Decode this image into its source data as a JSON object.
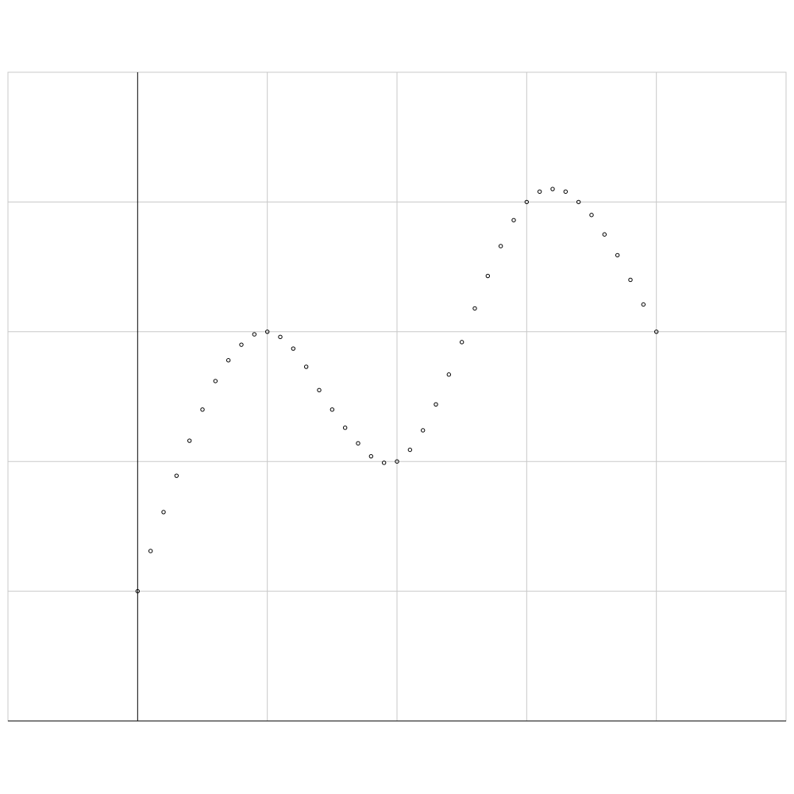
{
  "chart_data": {
    "type": "scatter",
    "title": "",
    "xlabel": "",
    "ylabel": "",
    "xlim": [
      -1,
      5
    ],
    "ylim": [
      -3,
      2
    ],
    "grid": true,
    "x_gridlines": [
      0,
      1,
      2,
      3,
      4
    ],
    "y_gridlines": [
      -2,
      -1,
      0,
      1
    ],
    "colors": {
      "points": "#000000",
      "grid": "#c8c8c8",
      "axes": "#000000",
      "background": "#ffffff"
    },
    "series": [
      {
        "x": [
          0,
          0.1,
          0.2,
          0.3,
          0.4,
          0.5,
          0.6,
          0.7,
          0.8,
          0.9,
          1.0,
          1.1,
          1.2,
          1.3,
          1.4,
          1.5,
          1.6,
          1.7,
          1.8,
          1.9,
          2.0,
          2.1,
          2.2,
          2.3,
          2.4,
          2.5,
          2.6,
          2.7,
          2.8,
          2.9,
          3.0,
          3.1,
          3.2,
          3.3,
          3.4,
          3.5,
          3.6,
          3.7,
          3.8,
          3.9,
          4.0
        ],
        "y": [
          -2.0,
          -1.69,
          -1.39,
          -1.11,
          -0.84,
          -0.6,
          -0.38,
          -0.22,
          -0.1,
          -0.02,
          0.0,
          -0.04,
          -0.13,
          -0.27,
          -0.45,
          -0.6,
          -0.74,
          -0.86,
          -0.96,
          -1.01,
          -1.0,
          -0.91,
          -0.76,
          -0.56,
          -0.33,
          -0.08,
          0.18,
          0.43,
          0.66,
          0.86,
          1.0,
          1.08,
          1.1,
          1.08,
          1.0,
          0.9,
          0.75,
          0.59,
          0.4,
          0.21,
          0.0
        ]
      }
    ]
  }
}
